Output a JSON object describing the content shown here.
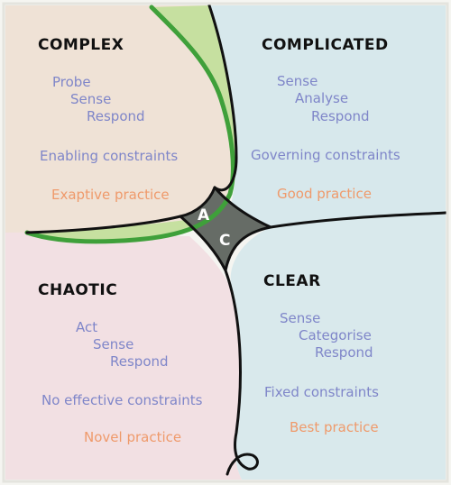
{
  "colors": {
    "complex_bg": "#efe2d6",
    "complicated_bg": "#d7e8ec",
    "chaotic_bg": "#f2e0e3",
    "clear_bg": "#d9e9ec",
    "liminal_green": "#c6e0a0",
    "green_line": "#3fa03a",
    "center_fill": "#666c66",
    "title": "#111111",
    "verb": "#7f86c9",
    "practice": "#ef9a6b"
  },
  "domains": {
    "complex": {
      "title": "COMPLEX",
      "verbs": [
        "Probe",
        "Sense",
        "Respond"
      ],
      "constraint": "Enabling constraints",
      "practice": "Exaptive practice"
    },
    "complicated": {
      "title": "COMPLICATED",
      "verbs": [
        "Sense",
        "Analyse",
        "Respond"
      ],
      "constraint": "Governing constraints",
      "practice": "Good practice"
    },
    "chaotic": {
      "title": "CHAOTIC",
      "verbs": [
        "Act",
        "Sense",
        "Respond"
      ],
      "constraint": "No effective constraints",
      "practice": "Novel practice"
    },
    "clear": {
      "title": "CLEAR",
      "verbs": [
        "Sense",
        "Categorise",
        "Respond"
      ],
      "constraint": "Fixed constraints",
      "practice": "Best practice"
    }
  },
  "center": {
    "aporetic_letter": "A",
    "confused_letter": "C"
  }
}
